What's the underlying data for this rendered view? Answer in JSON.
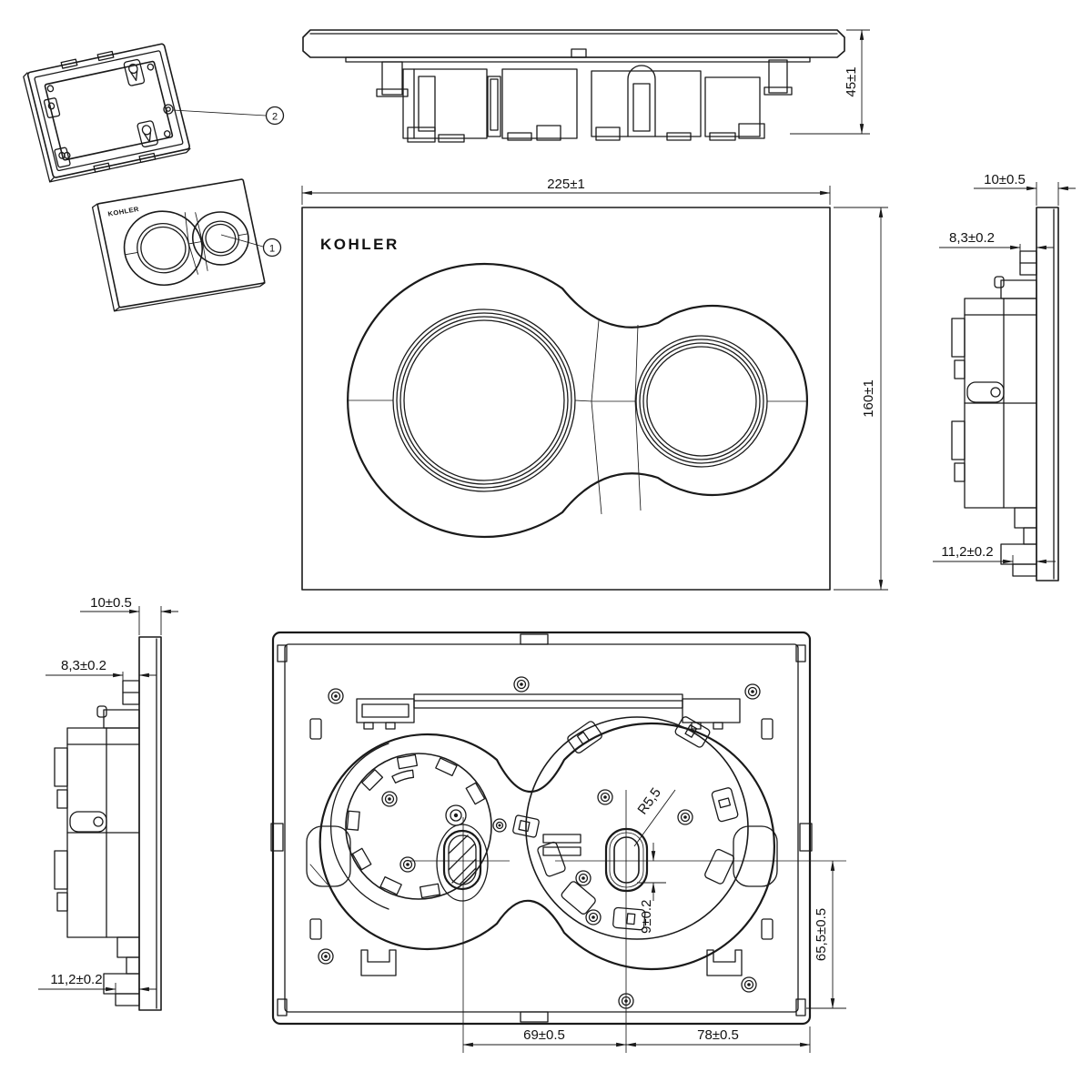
{
  "brand": "KOHLER",
  "colors": {
    "line": "#1a1a1a",
    "background": "#ffffff"
  },
  "isometric": {
    "logo": "KOHLER",
    "callout_plate": "1",
    "callout_frame": "2"
  },
  "top_view": {
    "depth": "45±1"
  },
  "front_view": {
    "logo": "KOHLER",
    "width": "225±1",
    "height": "160±1"
  },
  "side_view_right": {
    "thickness": "10±0.5",
    "upper_offset": "8,3±0.2",
    "lower_offset": "11,2±0.2"
  },
  "side_view_left": {
    "thickness": "10±0.5",
    "upper_offset": "8,3±0.2",
    "lower_offset": "11,2±0.2"
  },
  "back_view": {
    "slot_radius": "R5,5",
    "slot_offset": "9±0.2",
    "height_offset": "65,5±0.5",
    "spacing_left": "69±0.5",
    "spacing_right": "78±0.5"
  }
}
